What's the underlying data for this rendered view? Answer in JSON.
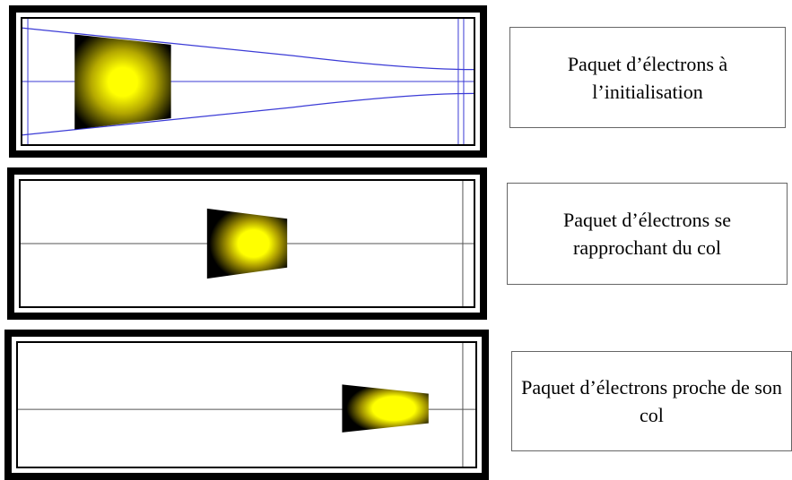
{
  "panels": [
    {
      "label": "Paquet d’électrons à l’initialisation"
    },
    {
      "label": "Paquet d’électrons se rapprochant du col"
    },
    {
      "label": "Paquet d’électrons proche de son col"
    }
  ],
  "colors": {
    "frame": "#000000",
    "beam_envelope": "#3b3bd6",
    "axis_panel1": "#3b3bd6",
    "axis_other": "#555555",
    "bunch_core": "#ffff00",
    "bunch_edge": "#000000"
  }
}
